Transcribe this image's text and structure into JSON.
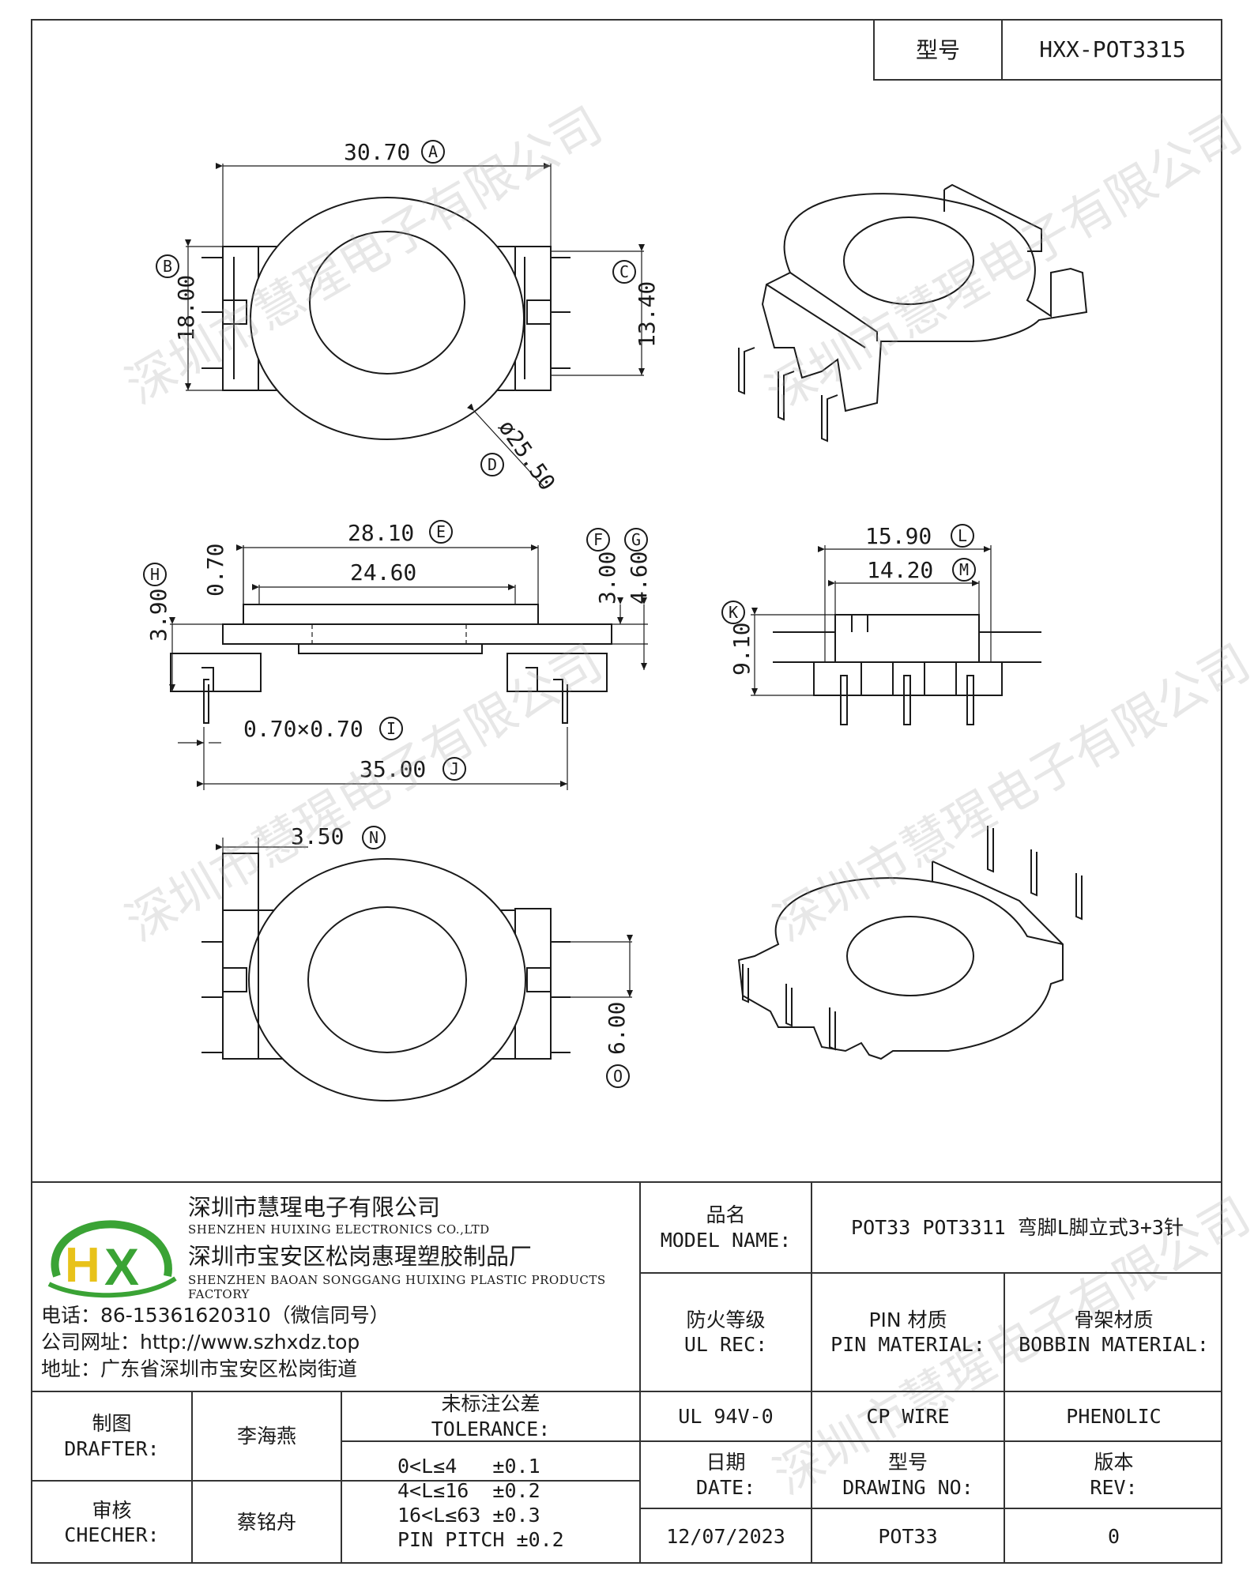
{
  "header": {
    "model_label": "型号",
    "model_value": "HXX-POT3315"
  },
  "dimensions": {
    "A": "30.70",
    "A_tag": "A",
    "B": "18.00",
    "B_tag": "B",
    "C": "13.40",
    "C_tag": "C",
    "D": "ø25.50",
    "D_tag": "D",
    "E": "28.10",
    "E_tag": "E",
    "E2": "24.60",
    "F": "3.00",
    "F_tag": "F",
    "G": "4.60",
    "G_tag": "G",
    "H": "3.90",
    "H_tag": "H",
    "H2": "0.70",
    "I": "0.70×0.70",
    "I_tag": "I",
    "J": "35.00",
    "J_tag": "J",
    "K": "9.10",
    "K_tag": "K",
    "L": "15.90",
    "L_tag": "L",
    "M": "14.20",
    "M_tag": "M",
    "N": "3.50",
    "N_tag": "N",
    "O": "6.00",
    "O_tag": "O"
  },
  "watermark": "深圳市慧瑆电子有限公司",
  "company": {
    "name_cn": "深圳市慧瑆电子有限公司",
    "name_en": "SHENZHEN HUIXING ELECTRONICS CO.,LTD",
    "factory_cn": "深圳市宝安区松岗惠瑆塑胶制品厂",
    "factory_en": "SHENZHEN BAOAN SONGGANG HUIXING PLASTIC PRODUCTS FACTORY",
    "phone": "电话：86-15361620310（微信同号）",
    "website": "公司网址：http://www.szhxdz.top",
    "address": "地址：广东省深圳市宝安区松岗街道",
    "logo_text": "HX",
    "logo_green": "#3aa335",
    "logo_yellow": "#e8c21a"
  },
  "title_block": {
    "model_name_cn": "品名",
    "model_name_en": "MODEL NAME:",
    "model_name_value": "POT33 POT3311 弯脚L脚立式3+3针",
    "ul_cn": "防火等级",
    "ul_en": "UL REC:",
    "pin_cn": "PIN 材质",
    "pin_en": "PIN MATERIAL:",
    "bobbin_cn": "骨架材质",
    "bobbin_en": "BOBBIN MATERIAL:",
    "ul_value": "UL 94V-0",
    "pin_value": "CP WIRE",
    "bobbin_value": "PHENOLIC",
    "date_cn": "日期",
    "date_en": "DATE:",
    "drawing_cn": "型号",
    "drawing_en": "DRAWING NO:",
    "rev_cn": "版本",
    "rev_en": "REV:",
    "date_value": "12/07/2023",
    "drawing_value": "POT33",
    "rev_value": "0",
    "drafter_cn": "制图",
    "drafter_en": "DRAFTER:",
    "drafter_name": "李海燕",
    "checker_cn": "审核",
    "checker_en": "CHECHER:",
    "checker_name": "蔡铭舟",
    "tolerance_cn": "未标注公差",
    "tolerance_en": "TOLERANCE:",
    "tol1": "0<L≤4   ±0.1",
    "tol2": "4<L≤16  ±0.2",
    "tol3": "16<L≤63 ±0.3",
    "tol4": "PIN PITCH ±0.2"
  }
}
